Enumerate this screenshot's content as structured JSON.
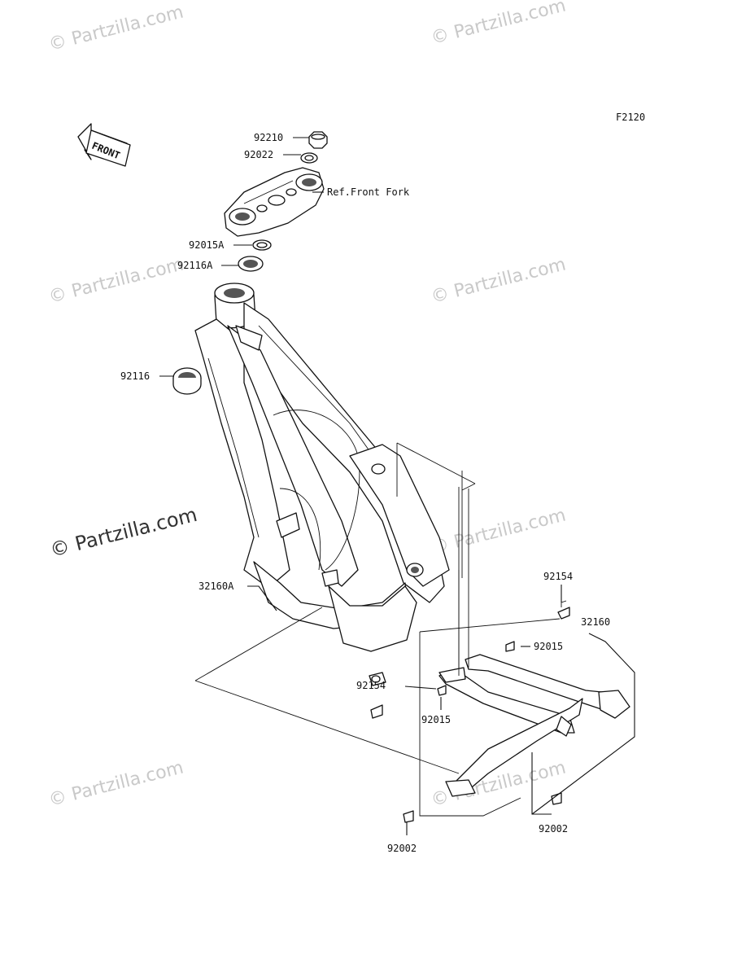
{
  "figure_code": "F2120",
  "front_arrow_text": "FRONT",
  "watermark_text": "© Partzilla.com",
  "reference_text": "Ref.Front Fork",
  "part_labels": {
    "p92210": "92210",
    "p92022": "92022",
    "p92015A": "92015A",
    "p92116A": "92116A",
    "p92116": "92116",
    "p32160A": "32160A",
    "p92154_top": "92154",
    "p32160": "32160",
    "p92015_right": "92015",
    "p92154_left": "92154",
    "p92015_mid": "92015",
    "p92002_right": "92002",
    "p92002_bottom": "92002"
  }
}
